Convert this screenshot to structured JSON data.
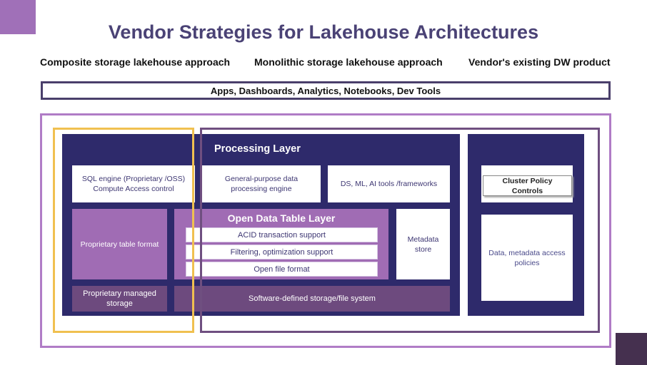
{
  "title": "Vendor Strategies for Lakehouse Architectures",
  "approaches": [
    "Composite storage lakehouse approach",
    "Monolithic storage lakehouse approach",
    "Vendor's existing DW product"
  ],
  "apps_bar": "Apps, Dashboards, Analytics, Notebooks, Dev Tools",
  "processing_layer": {
    "title": "Processing Layer",
    "boxes": [
      "SQL engine (Proprietary /OSS) Compute Access control",
      "General-purpose data processing engine",
      "DS, ML, AI tools /frameworks"
    ]
  },
  "proprietary_table_format": "Proprietary table format",
  "open_data_table_layer": {
    "title": "Open Data Table Layer",
    "rows": [
      "ACID transaction support",
      "Filtering, optimization support",
      "Open file format"
    ]
  },
  "metadata_store": "Metadata store",
  "proprietary_managed_storage": "Proprietary managed storage",
  "software_defined_storage": "Software-defined storage/file system",
  "governance": {
    "cluster_policy": "Cluster Policy Controls",
    "access_policies": "Data, metadata access policies"
  },
  "colors": {
    "navy": "#2e2a6b",
    "purple": "#a06cb4",
    "dark_purple": "#6d4a7e",
    "yellow": "#f0c050",
    "outline": "#b07cc6"
  }
}
